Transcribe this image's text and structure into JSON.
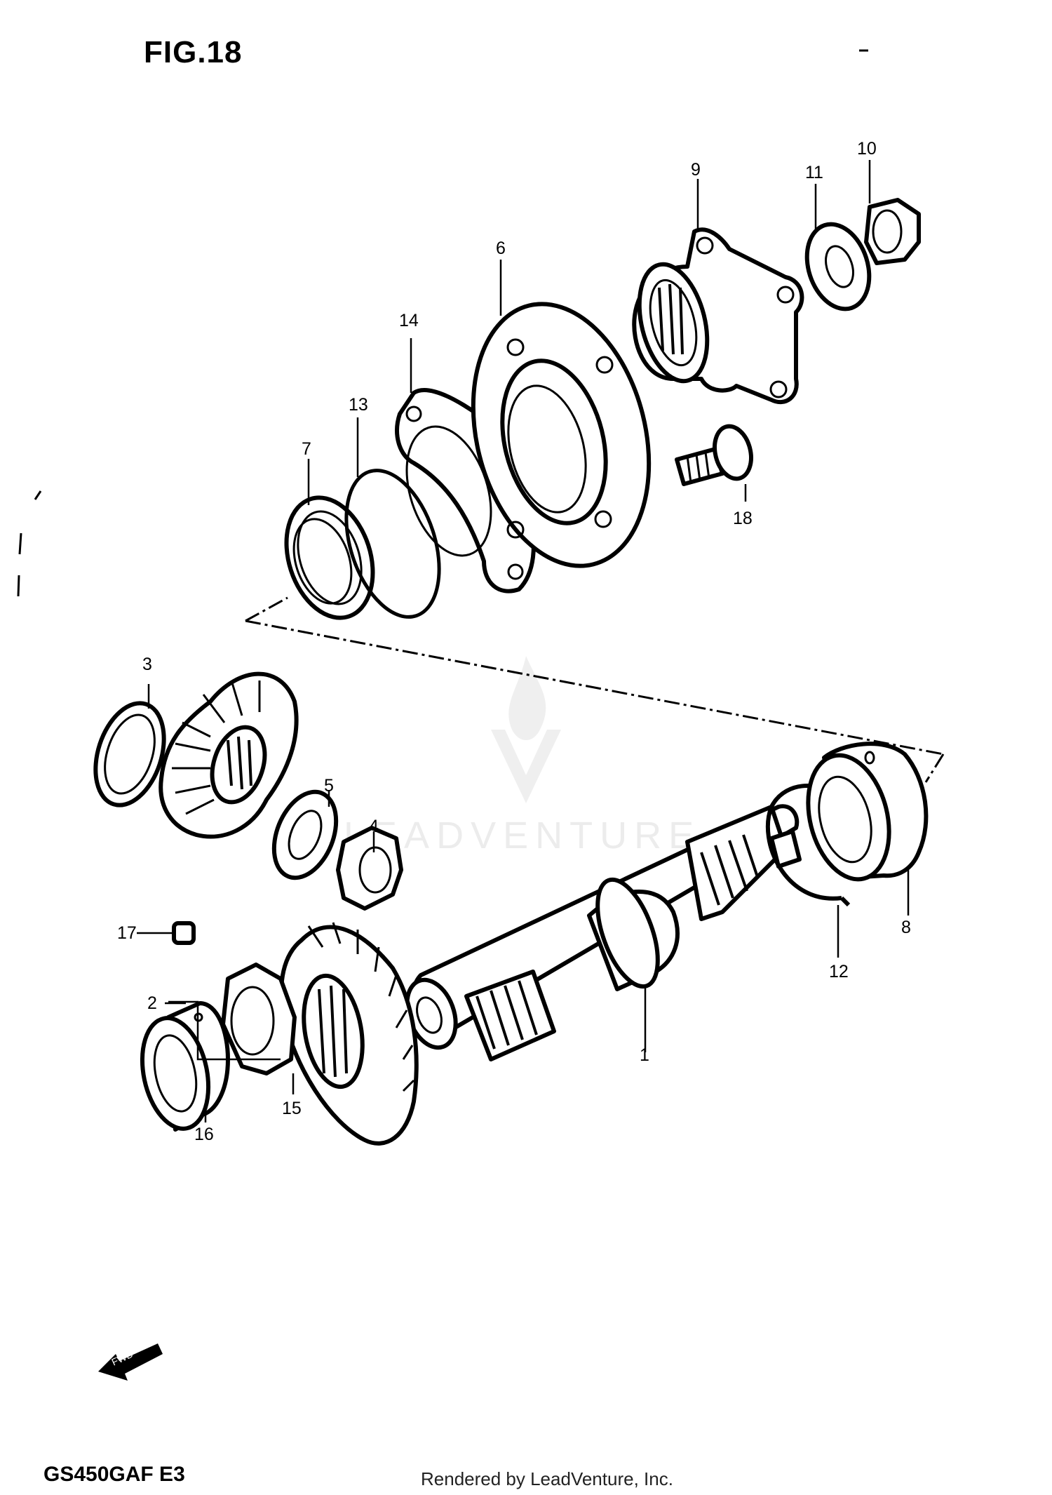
{
  "figure": {
    "title": "FIG.18"
  },
  "model_code": "GS450GAF  E3",
  "footer": "Rendered by LeadVenture, Inc.",
  "watermark": "LEADVENTURE",
  "fwd_arrow_label": "FWD",
  "callouts": {
    "c1": "1",
    "c2": "2",
    "c3": "3",
    "c4": "4",
    "c5": "5",
    "c6": "6",
    "c7": "7",
    "c8": "8",
    "c9": "9",
    "c10": "10",
    "c11": "11",
    "c12": "12",
    "c13": "13",
    "c14": "14",
    "c15": "15",
    "c16": "16",
    "c17": "17",
    "c18": "18"
  }
}
